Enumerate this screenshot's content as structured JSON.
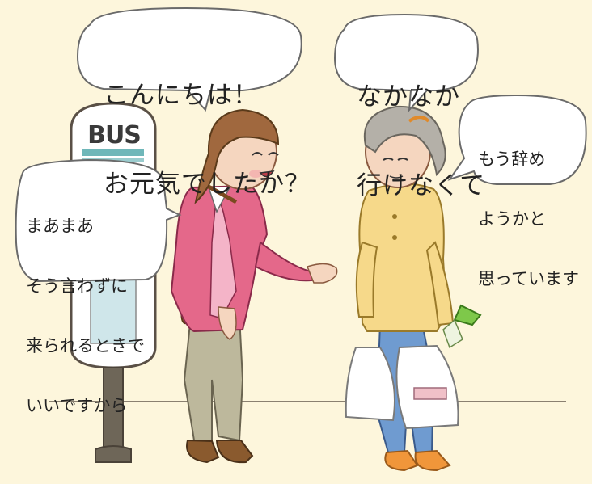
{
  "bus_sign": "BUS",
  "bubbles": {
    "woman_greeting": [
      "こんにちは！",
      "お元気でしたか？"
    ],
    "elder_reply": [
      "なかなか",
      "行けなくて"
    ],
    "elder_quit": [
      "もう辞め",
      "ようかと",
      "思っています"
    ],
    "woman_encourage": [
      "まあまあ",
      "そう言わずに",
      "来られるときで",
      "いいですから"
    ]
  },
  "colors": {
    "background": "#fdf6dc",
    "woman_jacket": "#e4688a",
    "woman_shirt": "#f4b4c8",
    "woman_pants": "#bdb89c",
    "elder_top": "#f6d98a",
    "elder_pants": "#6f9bd0",
    "bag": "#9a6434"
  }
}
